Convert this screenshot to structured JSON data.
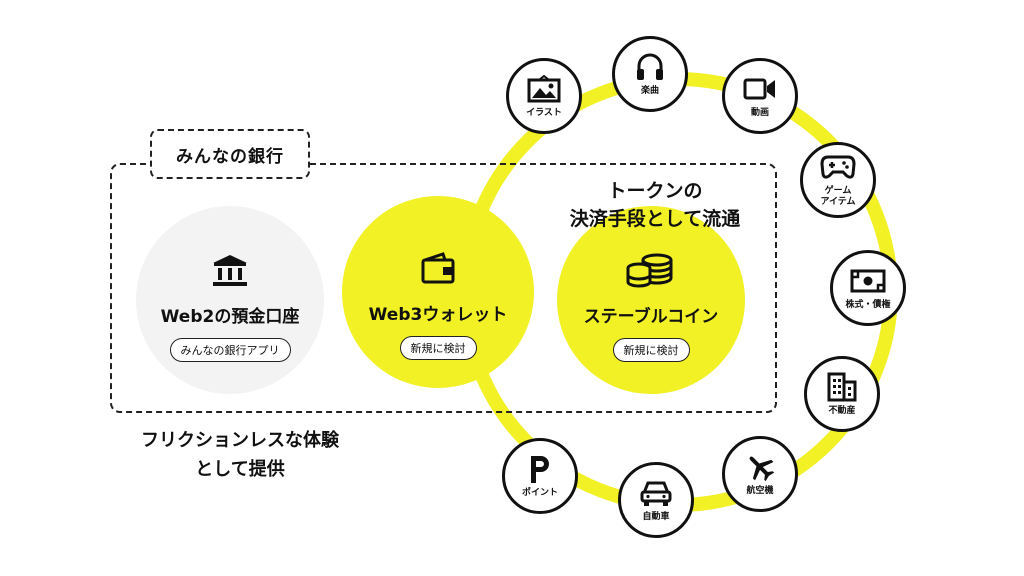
{
  "bank": {
    "label": "みんなの銀行",
    "tagline_line1": "フリクションレスな体験",
    "tagline_line2": "として提供"
  },
  "circles": {
    "web2": {
      "title": "Web2の預金口座",
      "badge": "みんなの銀行アプリ",
      "icon": "bank-building-icon"
    },
    "web3": {
      "title": "Web3ウォレット",
      "badge": "新規に検討",
      "icon": "wallet-icon"
    },
    "stable": {
      "title": "ステーブルコイン",
      "badge": "新規に検討",
      "icon": "coin-stack-icon"
    }
  },
  "token_flow": {
    "line1": "トークンの",
    "line2": "決済手段として流通"
  },
  "use_cases": [
    {
      "label": "イラスト",
      "icon": "picture-icon"
    },
    {
      "label": "楽曲",
      "icon": "headphones-icon"
    },
    {
      "label": "動画",
      "icon": "video-camera-icon"
    },
    {
      "label": "ゲーム\nアイテム",
      "icon": "gamepad-icon"
    },
    {
      "label": "株式・債権",
      "icon": "banknote-icon"
    },
    {
      "label": "不動産",
      "icon": "building-icon"
    },
    {
      "label": "航空機",
      "icon": "airplane-icon"
    },
    {
      "label": "自動車",
      "icon": "car-icon"
    },
    {
      "label": "ポイント",
      "icon": "parking-p-icon"
    }
  ],
  "colors": {
    "accent_yellow": "#f1f126",
    "ink": "#111111",
    "web2_gray": "#f3f3f3"
  }
}
